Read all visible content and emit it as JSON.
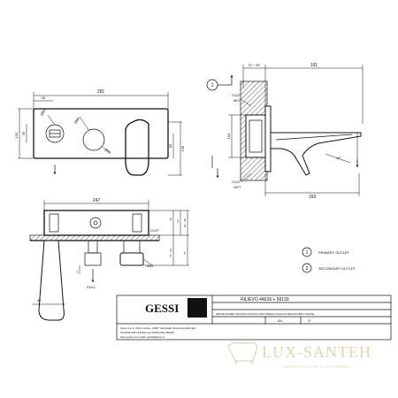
{
  "front_view": {
    "dim_width": "291",
    "dim_left_offset": "25",
    "dim_height_left": "125",
    "dim_height_right": "139",
    "dim_center_right": "80",
    "dim_height_small": "35",
    "dim_diameter_1": "Ø60",
    "dim_diameter_2": "Ø80",
    "dim_diameter_3": "Ø34"
  },
  "side_view": {
    "dim_top_range": "70 ÷ 90",
    "dim_top_width": "191",
    "dim_bottom_width": "169",
    "dim_height": "104",
    "dim_angle": "12°",
    "mix_thread": "G1/2\"",
    "mix_label": "MIX",
    "hot_thread": "G1/2\"",
    "hot_label": "HOT"
  },
  "plan_view": {
    "dim_width": "247",
    "dim_right_1": "20",
    "dim_right_2": "24",
    "dim_right_3": "20 ÷ 40",
    "dim_right_4": "75 ÷ 97",
    "dim_right_5": "67",
    "dim_thread": "G1/2\"",
    "dim_diameter": "Ø42",
    "dim_left": "42",
    "dim_small": "7",
    "pull_label": "PULL"
  },
  "legend": {
    "items": [
      {
        "number": "1",
        "label": "PRIMARY OUTLET"
      },
      {
        "number": "2",
        "label": "SECONDARY OUTLET"
      }
    ]
  },
  "title_block": {
    "logo": "GESSI",
    "company_line_1": "Gessi S.p.A. Parco Gessi, 13037 Serravalle Sesia (Vercelli) Italy",
    "company_line_2": "Tel.0039 0163 454111 Fax.0039 0163 459310",
    "company_line_3": "www.gessi.com email: gessi@gessi.it",
    "product": "RILIEVO 44639 + 59139",
    "description": "MISCELATORE INCASSO DOCCIA CON PRESA ACQUA E DEVIATORE A TRASE",
    "scale": "A4",
    "sheet": "O"
  },
  "watermark": {
    "brand": "LUX-SANTEH",
    "tagline": "ЕВРОПЕЙСКАЯ САНТЕХНИКА"
  }
}
